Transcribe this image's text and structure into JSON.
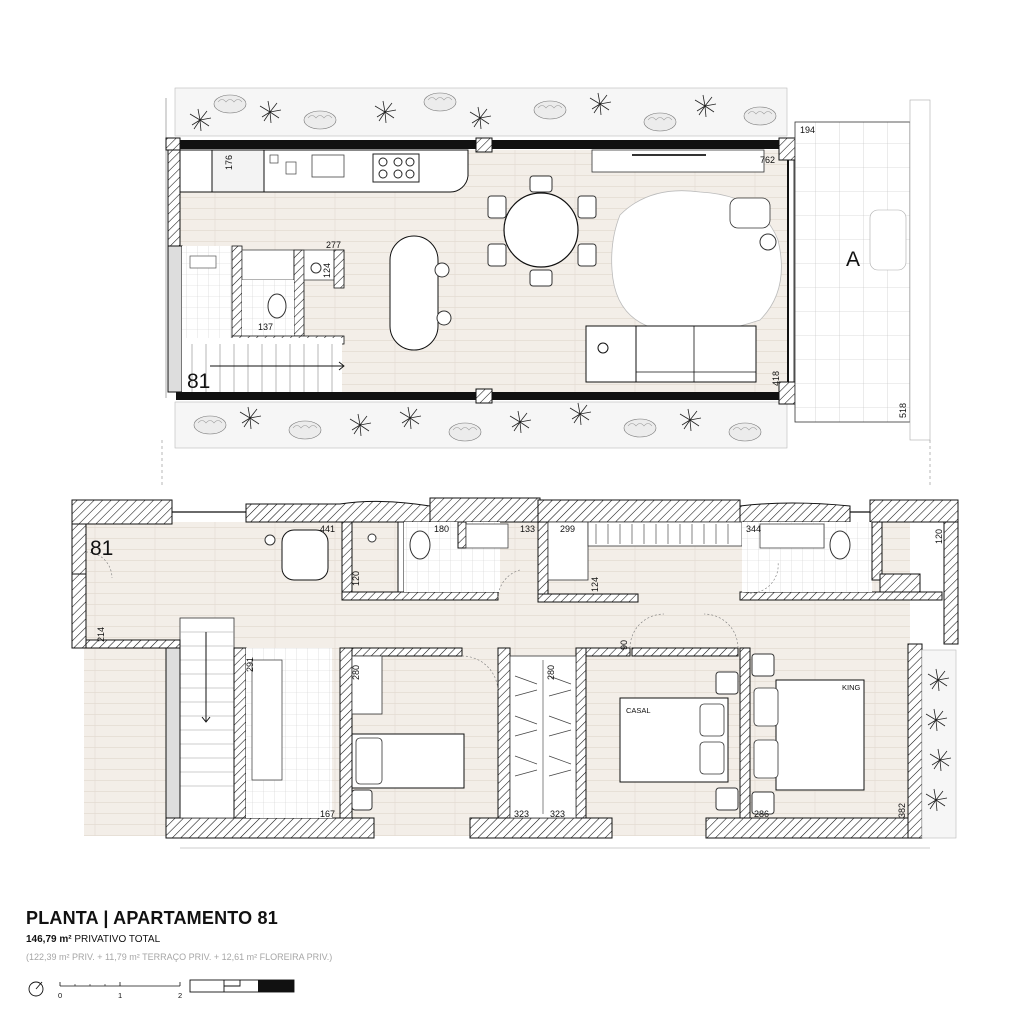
{
  "title": "PLANTA | APARTAMENTO 81",
  "area": {
    "value": "146,79 m²",
    "label": "PRIVATIVO TOTAL"
  },
  "breakdown": "(122,39 m² PRIV. + 11,79 m² TERRAÇO PRIV. + 12,61 m² FLOREIRA PRIV.)",
  "scale_bar": {
    "ticks": [
      "0",
      "1",
      "2"
    ]
  },
  "upper_floor": {
    "unit_label": "81",
    "terrace_label": "A",
    "dimensions": [
      "194",
      "176",
      "762",
      "277",
      "124",
      "137",
      "418",
      "518"
    ]
  },
  "lower_floor": {
    "unit_label": "81",
    "dimensions": [
      "441",
      "180",
      "133",
      "299",
      "344",
      "120",
      "120",
      "124",
      "214",
      "90",
      "291",
      "280",
      "280",
      "167",
      "323",
      "323",
      "286",
      "382"
    ],
    "bed_labels": [
      "CASAL",
      "KING"
    ]
  }
}
